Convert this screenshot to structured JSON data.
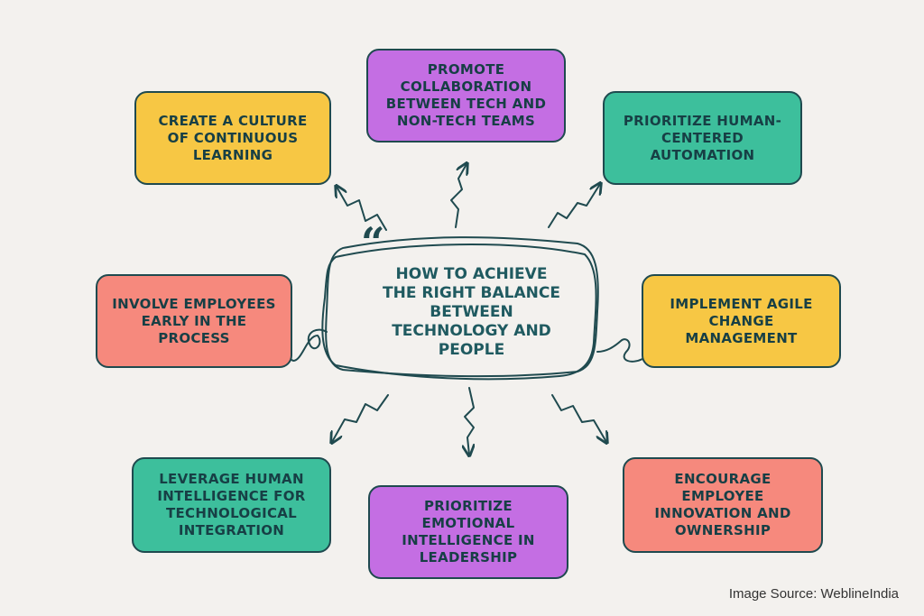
{
  "colors": {
    "background": "#f3f1ee",
    "yellow": "#f7c744",
    "purple": "#c46ee3",
    "teal": "#3dbf9c",
    "salmon": "#f6897d",
    "ink": "#1f4a4f"
  },
  "center": {
    "quote_icon": "“",
    "title": "HOW TO ACHIEVE\nTHE RIGHT BALANCE\nBETWEEN\nTECHNOLOGY AND\nPEOPLE"
  },
  "nodes": {
    "culture": "CREATE A CULTURE\nOF CONTINUOUS\nLEARNING",
    "collaboration": "PROMOTE\nCOLLABORATION\nBETWEEN TECH AND\nNON-TECH TEAMS",
    "automation": "PRIORITIZE HUMAN-\nCENTERED\nAUTOMATION",
    "involve": "INVOLVE EMPLOYEES\nEARLY IN THE\nPROCESS",
    "agile": "IMPLEMENT AGILE\nCHANGE\nMANAGEMENT",
    "leverage": "LEVERAGE HUMAN\nINTELLIGENCE FOR\nTECHNOLOGICAL\nINTEGRATION",
    "emotional": "PRIORITIZE EMOTIONAL\nINTELLIGENCE IN\nLEADERSHIP",
    "innovation": "ENCOURAGE\nEMPLOYEE\nINNOVATION AND\nOWNERSHIP"
  },
  "source": "Image Source: WeblineIndia"
}
